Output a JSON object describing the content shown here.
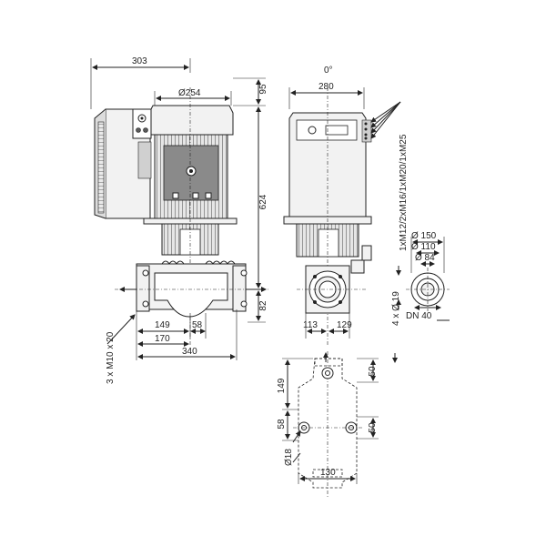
{
  "title_angle": "0°",
  "dims": {
    "d303": "303",
    "d254": "Ø254",
    "d95": "95",
    "d624": "624",
    "d82": "82",
    "d149": "149",
    "d58": "58",
    "d170": "170",
    "d340": "340",
    "m10": "3 x M10 x 20",
    "d280": "280",
    "d113": "113",
    "d129": "129",
    "cables": "1xM12/2xM16/1xM20/1xM25",
    "d150": "Ø 150",
    "d110": "Ø 110",
    "d84": "Ø 84",
    "holes": "4 x Ø 19",
    "dn40": "DN 40",
    "b50a": "50",
    "b149": "149",
    "b58": "58",
    "b50b": "50",
    "b18": "Ø18",
    "b130": "130"
  }
}
